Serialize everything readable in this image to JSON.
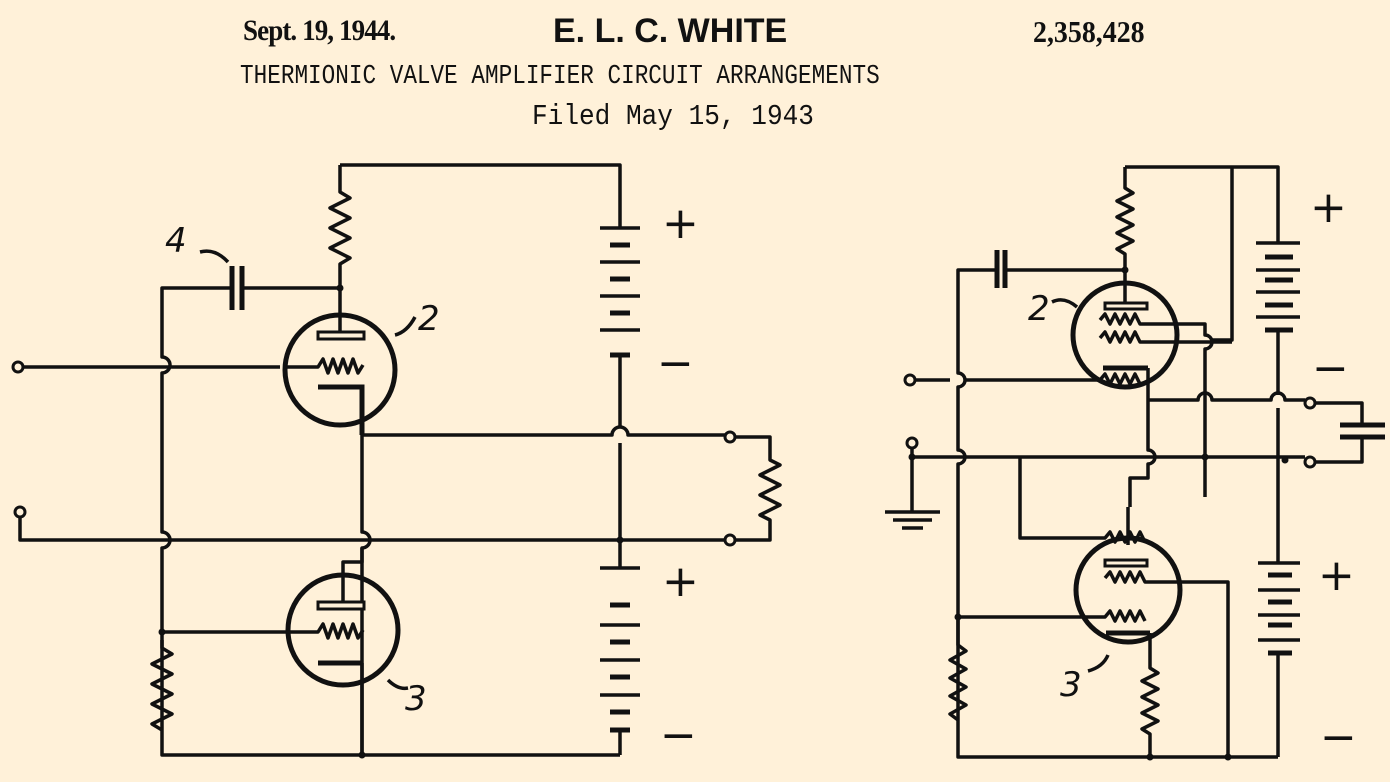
{
  "header": {
    "date": "Sept. 19, 1944.",
    "inventor": "E. L. C. WHITE",
    "patent_number": "2,358,428",
    "title": "THERMIONIC VALVE AMPLIFIER CIRCUIT ARRANGEMENTS",
    "filed": "Filed May 15, 1943"
  },
  "figure_left": {
    "labels": {
      "capacitor": "4",
      "valve_upper": "2",
      "valve_lower": "3"
    },
    "polarity": {
      "plus_upper": "+",
      "minus_upper": "−",
      "plus_lower": "+",
      "minus_lower": "−"
    }
  },
  "figure_right": {
    "labels": {
      "valve_upper": "2",
      "valve_lower": "3"
    },
    "polarity": {
      "plus_upper": "+",
      "minus_upper": "−",
      "plus_lower": "+",
      "minus_lower": "−"
    }
  }
}
